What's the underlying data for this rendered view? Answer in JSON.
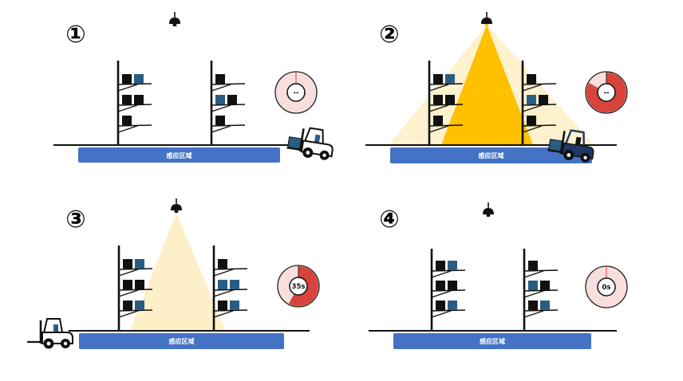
{
  "colors": {
    "zone_bar": "#4472c4",
    "zone_label": "#ffffff",
    "box_dark": "#111111",
    "box_blue": "#2a5d82",
    "cone_pale": "#fdf0c9",
    "cone_bright": "#ffc000",
    "timer_red": "#d8433b",
    "timer_pale": "#f9dede",
    "forklift_light": "#ffffff",
    "forklift_dark": "#1f3864"
  },
  "icons": {
    "lamp": "ceiling-lamp-icon",
    "forklift": "forklift-icon",
    "timer": "countdown-timer-icon",
    "box": "cargo-box-icon"
  },
  "panels": [
    {
      "number": "①",
      "zone_label": "感应区域",
      "light_level": 0,
      "timer": {
        "text": "--",
        "remaining_fraction": 0
      }
    },
    {
      "number": "②",
      "zone_label": "感应区域",
      "light_level": 1,
      "timer": {
        "text": "--",
        "remaining_fraction": 0.83
      }
    },
    {
      "number": "③",
      "zone_label": "感应区域",
      "light_level": 0.5,
      "timer": {
        "text": "35s",
        "remaining_fraction": 0.58
      }
    },
    {
      "number": "④",
      "zone_label": "感应区域",
      "light_level": 0,
      "timer": {
        "text": "0s",
        "remaining_fraction": 0
      }
    }
  ]
}
